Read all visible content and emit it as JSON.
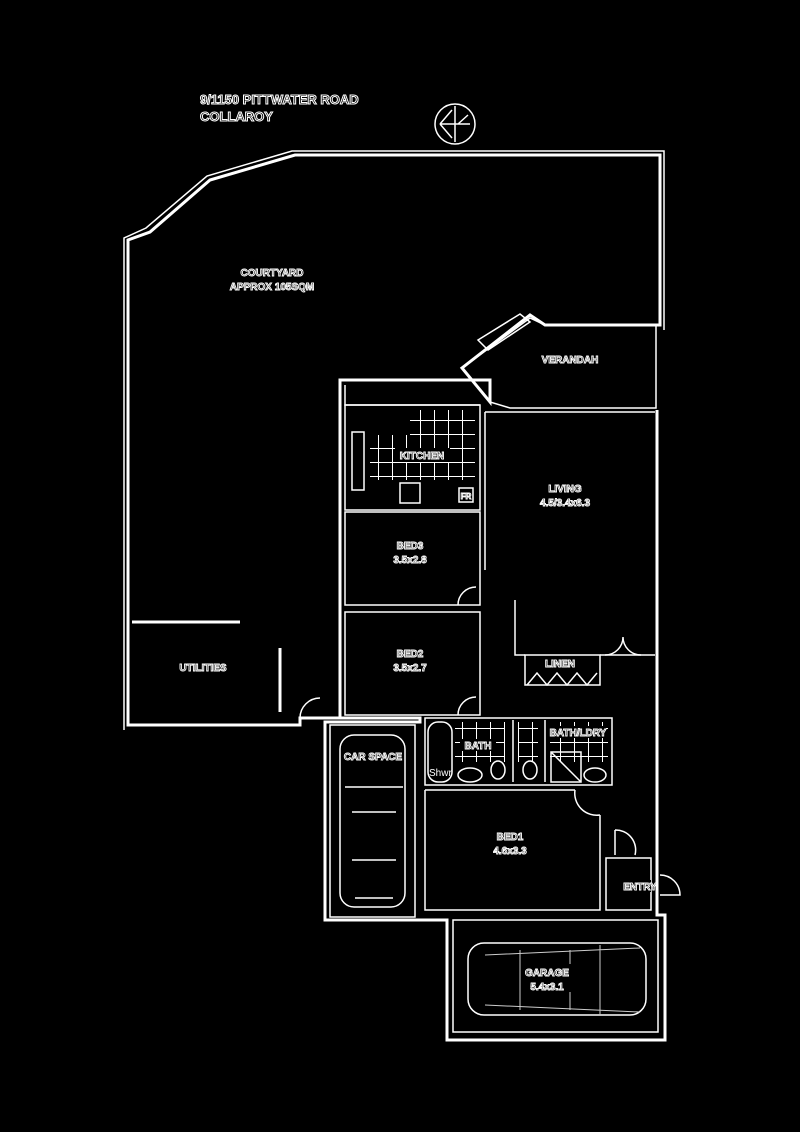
{
  "title": {
    "line1": "9/1150 PITTWATER ROAD",
    "line2": "COLLAROY"
  },
  "compass": {
    "icon": "north-arrow-icon"
  },
  "rooms": {
    "courtyard": {
      "name": "COURTYARD",
      "size": "APPROX 105SQM"
    },
    "verandah": {
      "name": "VERANDAH"
    },
    "kitchen": {
      "name": "KITCHEN",
      "fridge": "FR"
    },
    "living": {
      "name": "LIVING",
      "size": "4.5/3.4x6.3"
    },
    "bed3": {
      "name": "BED3",
      "size": "3.5x2.8"
    },
    "bed2": {
      "name": "BED2",
      "size": "3.5x2.7"
    },
    "linen": {
      "name": "LINEN"
    },
    "utilities": {
      "name": "UTILITIES"
    },
    "bath": {
      "name": "BATH",
      "shower": "Shwr"
    },
    "bath_ldry": {
      "name": "BATH/LDRY"
    },
    "car_space": {
      "name": "CAR SPACE"
    },
    "bed1": {
      "name": "BED1",
      "size": "4.6x3.3"
    },
    "entry": {
      "name": "ENTRY"
    },
    "garage": {
      "name": "GARAGE",
      "size": "5.4x3.1"
    }
  }
}
